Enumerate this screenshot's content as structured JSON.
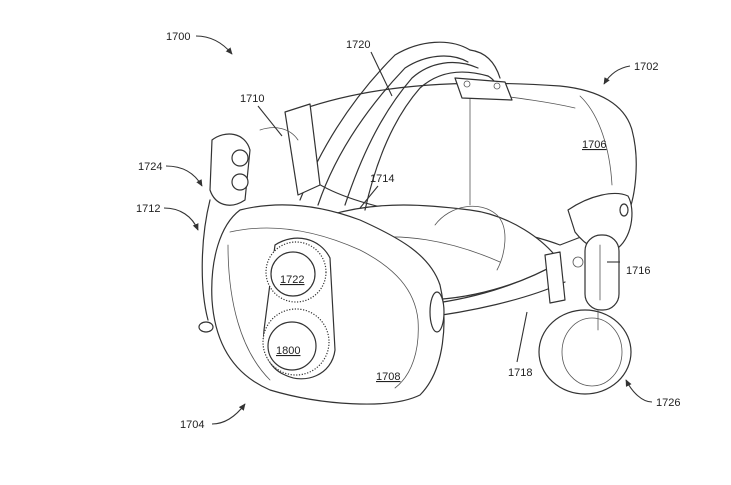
{
  "figure": {
    "labels": {
      "l1700": "1700",
      "l1702": "1702",
      "l1704": "1704",
      "l1706": "1706",
      "l1708": "1708",
      "l1710": "1710",
      "l1712": "1712",
      "l1714": "1714",
      "l1716": "1716",
      "l1718": "1718",
      "l1720": "1720",
      "l1722": "1722",
      "l1724": "1724",
      "l1726": "1726",
      "l1800": "1800"
    }
  }
}
